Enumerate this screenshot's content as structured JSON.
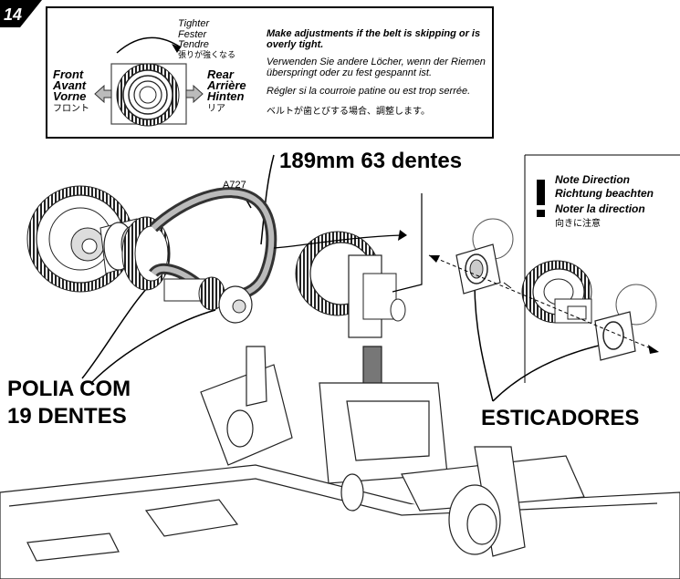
{
  "step_number": "14",
  "inset": {
    "adjust_labels": {
      "en": "Tighter",
      "de": "Fester",
      "fr": "Tendre",
      "jp": "張りが強くなる"
    },
    "front_labels": {
      "en": "Front",
      "fr": "Avant",
      "de": "Vorne",
      "jp": "フロント"
    },
    "rear_labels": {
      "en": "Rear",
      "fr": "Arrière",
      "de": "Hinten",
      "jp": "リア"
    },
    "instructions": {
      "en": "Make adjustments if the belt is skipping or is overly tight.",
      "de": "Verwenden Sie andere Löcher, wenn der Riemen überspringt oder zu fest gespannt ist.",
      "fr": "Régler si la courroie patine ou est trop serrée.",
      "jp": "ベルトが歯とびする場合、調整します。"
    }
  },
  "note": {
    "en": "Note Direction",
    "de": "Richtung beachten",
    "fr": "Noter la direction",
    "jp": "向きに注意"
  },
  "labels": {
    "belt_part": "A727",
    "belt_spec": "189mm 63 dentes",
    "pulley_line1": "POLIA COM",
    "pulley_line2": "19 DENTES",
    "tensioners": "ESTICADORES"
  }
}
